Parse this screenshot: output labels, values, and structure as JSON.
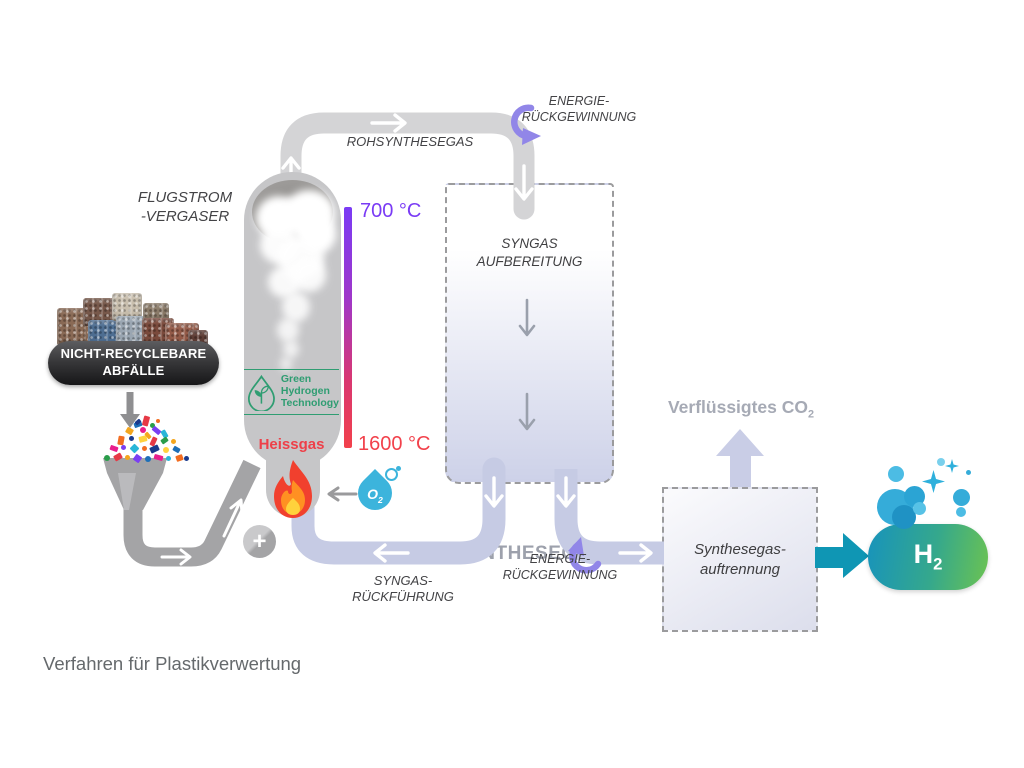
{
  "caption": "Verfahren für Plastikverwertung",
  "waste_input": {
    "line1": "NICHT-RECYCLEBARE",
    "line2": "ABFÄLLE"
  },
  "gasifier": {
    "name_line1": "FLUGSTROM",
    "name_line2": "-VERGASER",
    "temp_top": "700 °C",
    "temp_bottom": "1600 °C",
    "hot_gas": "Heissgas",
    "logo": {
      "line1": "Green",
      "line2": "Hydrogen",
      "line3": "Technology"
    }
  },
  "oxygen": {
    "symbol": "O",
    "subscript": "2"
  },
  "plus_sign": "+",
  "raw_syngas_label": "ROHSYNTHESEGAS",
  "energy_recovery_top": {
    "line1": "ENERGIE-",
    "line2": "RÜCKGEWINNUNG"
  },
  "energy_recovery_bottom": {
    "line1": "ENERGIE-",
    "line2": "RÜCKGEWINNUNG"
  },
  "syngas_treatment": {
    "title_line1": "SYNGAS",
    "title_line2": "AUFBEREITUNG",
    "product": "SYNTHESEGAS"
  },
  "syngas_return": {
    "line1": "SYNGAS-",
    "line2": "RÜCKFÜHRUNG"
  },
  "separation": {
    "line1": "Synthesegas-",
    "line2": "auftrennung"
  },
  "co2_output": {
    "text": "Verflüssigtes CO",
    "subscript": "2"
  },
  "hydrogen": {
    "symbol": "H",
    "subscript": "2"
  },
  "colors": {
    "pipe_gray": "#d4d4d6",
    "pipe_lavender": "#c6cbe4",
    "feed_gray": "#a4a4a6",
    "accent_purple": "#9186e8",
    "temp_top_purple": "#7a3bf5",
    "temp_bottom_red": "#f2414b",
    "brand_green": "#2f9d72",
    "hot_gas_red": "#ee4049",
    "oxygen_blue": "#3cb4dc",
    "h2_arrow_teal": "#0f96b4",
    "h2_gradient_start": "#1793bc",
    "h2_gradient_end": "#6cc351",
    "flame_red": "#f1402e",
    "flame_orange": "#ff9022",
    "flame_yellow": "#ffd23c"
  },
  "waste_confetti_palette": [
    "#e63946",
    "#1d6fb8",
    "#2a9d4a",
    "#f4a61d",
    "#e91e8c",
    "#7b3ff2",
    "#29b6d8",
    "#f26d21",
    "#1a3a8c",
    "#ffd23e"
  ]
}
